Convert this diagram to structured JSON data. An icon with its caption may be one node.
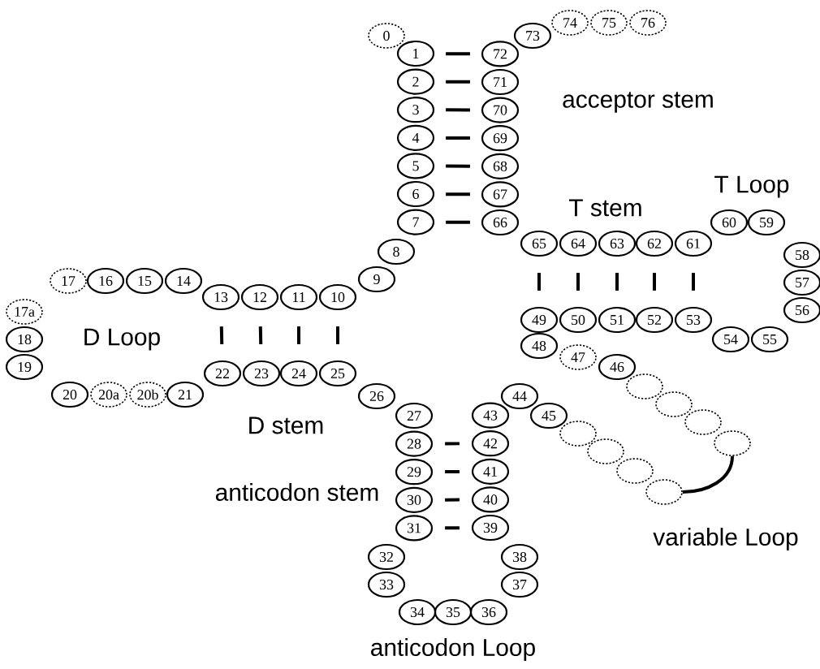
{
  "diagram": {
    "nodes": [
      {
        "text": [
          "0"
        ]
      },
      {
        "text": [
          "1"
        ]
      },
      {
        "text": [
          "2"
        ]
      },
      {
        "text": [
          "3"
        ]
      },
      {
        "text": [
          "4"
        ]
      },
      {
        "text": [
          "5"
        ]
      },
      {
        "text": [
          "6"
        ]
      },
      {
        "text": [
          "7"
        ]
      },
      {
        "text": [
          "8"
        ]
      },
      {
        "text": [
          "9"
        ]
      },
      {
        "text": [
          "10"
        ]
      },
      {
        "text": [
          "11"
        ]
      },
      {
        "text": [
          "12"
        ]
      },
      {
        "text": [
          "13"
        ]
      },
      {
        "text": [
          "14"
        ]
      },
      {
        "text": [
          "15"
        ]
      },
      {
        "text": [
          "16"
        ]
      },
      {
        "text": [
          "17"
        ]
      },
      {
        "text": [
          "17a"
        ]
      },
      {
        "text": [
          "18"
        ]
      },
      {
        "text": [
          "19"
        ]
      },
      {
        "text": [
          "20"
        ]
      },
      {
        "text": [
          "20a"
        ]
      },
      {
        "text": [
          "20b"
        ]
      },
      {
        "text": [
          "21"
        ]
      },
      {
        "text": [
          "22"
        ]
      },
      {
        "text": [
          "23"
        ]
      },
      {
        "text": [
          "24"
        ]
      },
      {
        "text": [
          "25"
        ]
      },
      {
        "text": [
          "26"
        ]
      },
      {
        "text": [
          "27"
        ]
      },
      {
        "text": [
          "28"
        ]
      },
      {
        "text": [
          "29"
        ]
      },
      {
        "text": [
          "30"
        ]
      },
      {
        "text": [
          "31"
        ]
      },
      {
        "text": [
          "32"
        ]
      },
      {
        "text": [
          "33"
        ]
      },
      {
        "text": [
          "34"
        ]
      },
      {
        "text": [
          "35"
        ]
      },
      {
        "text": [
          "36"
        ]
      },
      {
        "text": [
          "37"
        ]
      },
      {
        "text": [
          "38"
        ]
      },
      {
        "text": [
          "39"
        ]
      },
      {
        "text": [
          "40"
        ]
      },
      {
        "text": [
          "41"
        ]
      },
      {
        "text": [
          "42"
        ]
      },
      {
        "text": [
          "43"
        ]
      },
      {
        "text": [
          "44"
        ]
      },
      {
        "text": [
          "45"
        ]
      },
      {
        "text": [
          "46"
        ]
      },
      {
        "text": [
          "47"
        ]
      },
      {
        "text": [
          "48"
        ]
      },
      {
        "text": [
          "49"
        ]
      },
      {
        "text": [
          "50"
        ]
      },
      {
        "text": [
          "51"
        ]
      },
      {
        "text": [
          "52"
        ]
      },
      {
        "text": [
          "53"
        ]
      },
      {
        "text": [
          "54"
        ]
      },
      {
        "text": [
          "55"
        ]
      },
      {
        "text": [
          "56"
        ]
      },
      {
        "text": [
          "57"
        ]
      },
      {
        "text": [
          "58"
        ]
      },
      {
        "text": [
          "59"
        ]
      },
      {
        "text": [
          "60"
        ]
      },
      {
        "text": [
          "61"
        ]
      },
      {
        "text": [
          "62"
        ]
      },
      {
        "text": [
          "63"
        ]
      },
      {
        "text": [
          "64"
        ]
      },
      {
        "text": [
          "65"
        ]
      },
      {
        "text": [
          "66"
        ]
      },
      {
        "text": [
          "67"
        ]
      },
      {
        "text": [
          "68"
        ]
      },
      {
        "text": [
          "69"
        ]
      },
      {
        "text": [
          "70"
        ]
      },
      {
        "text": [
          "71"
        ]
      },
      {
        "text": [
          "72"
        ]
      },
      {
        "text": [
          "73"
        ]
      },
      {
        "text": [
          "74"
        ]
      },
      {
        "text": [
          "75"
        ]
      },
      {
        "text": [
          "76"
        ]
      },
      {
        "text": [],
        "shape": "ellipse"
      },
      {
        "text": [],
        "shape": "ellipse"
      },
      {
        "text": [],
        "shape": "ellipse"
      },
      {
        "text": [],
        "shape": "ellipse"
      },
      {
        "text": [],
        "shape": "ellipse"
      },
      {
        "text": [],
        "shape": "ellipse"
      },
      {
        "text": [],
        "shape": "ellipse"
      },
      {
        "text": [],
        "shape": "ellipse"
      }
    ],
    "edges": [
      {
        "from": 1,
        "to": 75,
        "arrow": "none"
      },
      {
        "from": 2,
        "to": 74,
        "arrow": "none"
      },
      {
        "from": 3,
        "to": 73,
        "arrow": "none"
      },
      {
        "from": 4,
        "to": 72,
        "arrow": "none"
      },
      {
        "from": 5,
        "to": 71,
        "arrow": "none"
      },
      {
        "from": 6,
        "to": 70,
        "arrow": "none"
      },
      {
        "from": 7,
        "to": 69,
        "arrow": "none"
      },
      {
        "from": 13,
        "to": 25,
        "arrow": "none"
      },
      {
        "from": 12,
        "to": 26,
        "arrow": "none"
      },
      {
        "from": 11,
        "to": 27,
        "arrow": "none"
      },
      {
        "from": 10,
        "to": 28,
        "arrow": "none"
      },
      {
        "from": 31,
        "to": 45,
        "arrow": "none"
      },
      {
        "from": 32,
        "to": 44,
        "arrow": "none"
      },
      {
        "from": 33,
        "to": 43,
        "arrow": "none"
      },
      {
        "from": 34,
        "to": 42,
        "arrow": "none"
      },
      {
        "from": 68,
        "to": 52,
        "arrow": "none"
      },
      {
        "from": 67,
        "to": 53,
        "arrow": "none"
      },
      {
        "from": 66,
        "to": 54,
        "arrow": "none"
      },
      {
        "from": 65,
        "to": 55,
        "arrow": "none"
      },
      {
        "from": 64,
        "to": 56,
        "arrow": "none"
      },
      {
        "from": 87,
        "to": 84,
        "arrow": "none"
      }
    ],
    "labels": [
      "acceptor stem",
      "T stem",
      "T Loop",
      "D Loop",
      "D stem",
      "anticodon stem",
      "variable Loop",
      "anticodon Loop"
    ]
  }
}
